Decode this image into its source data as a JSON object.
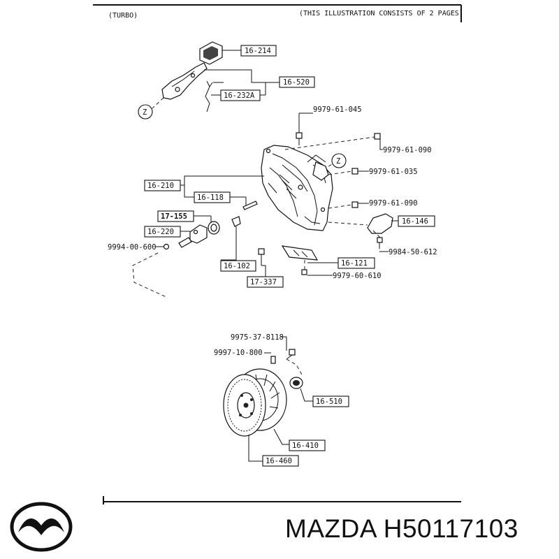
{
  "header": {
    "variant": "(TURBO)",
    "pages_note": "(THIS ILLUSTRATION CONSISTS OF  2 PAGES)"
  },
  "labels": {
    "p16214": "16-214",
    "p16520": "16-520",
    "p16232A": "16-232A",
    "z1": "Z",
    "z2": "Z",
    "b997961045": "9979-61-045",
    "b997961090a": "9979-61-090",
    "b997961035": "9979-61-035",
    "b997961090b": "9979-61-090",
    "p16210": "16-210",
    "p16118": "16-118",
    "p17155": "17-155",
    "p16220": "16-220",
    "b999400600": "9994-00-600",
    "p16146": "16-146",
    "b998450612": "9984-50-612",
    "p16102": "16-102",
    "p16121": "16-121",
    "p17337": "17-337",
    "b997960610": "9979-60-610",
    "b9975378118": "9975-37-8118",
    "b999710800": "9997-10-800",
    "p16510": "16-510",
    "p16410": "16-410",
    "p16460": "16-460"
  },
  "footer": {
    "brand": "MAZDA",
    "part_number": "H50117103",
    "logo_icon": "mazda-logo-icon"
  }
}
